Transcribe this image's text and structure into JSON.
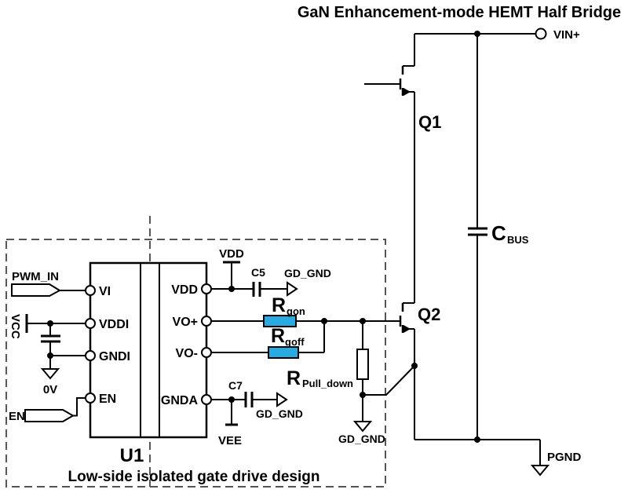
{
  "title": "GaN Enhancement-mode HEMT Half Bridge",
  "colors": {
    "resistor_blue": "#29ABE2",
    "line": "#000000"
  },
  "half_bridge": {
    "q1": "Q1",
    "q2": "Q2",
    "cbus": {
      "main": "C",
      "sub": "BUS"
    },
    "vin": "VIN+",
    "pgnd": "PGND"
  },
  "driver": {
    "caption": "Low-side isolated gate drive design",
    "ic_ref": "U1",
    "pins_left": [
      "VI",
      "VDDI",
      "GNDI",
      "EN"
    ],
    "pins_right": [
      "VDD",
      "VO+",
      "VO-",
      "GNDA"
    ],
    "inputs": {
      "pwm": "PWM_IN",
      "vcc": "VCC",
      "zero": "0V",
      "en": "EN"
    },
    "rails": {
      "vdd": "VDD",
      "vee": "VEE"
    },
    "caps": {
      "c5": "C5",
      "c7": "C7"
    },
    "gnd_label": "GD_GND",
    "resistors": {
      "rgon": {
        "main": "R",
        "sub": "gon"
      },
      "rgoff": {
        "main": "R",
        "sub": "goff"
      },
      "rpull": {
        "main": "R",
        "sub": "Pull_down"
      }
    }
  }
}
